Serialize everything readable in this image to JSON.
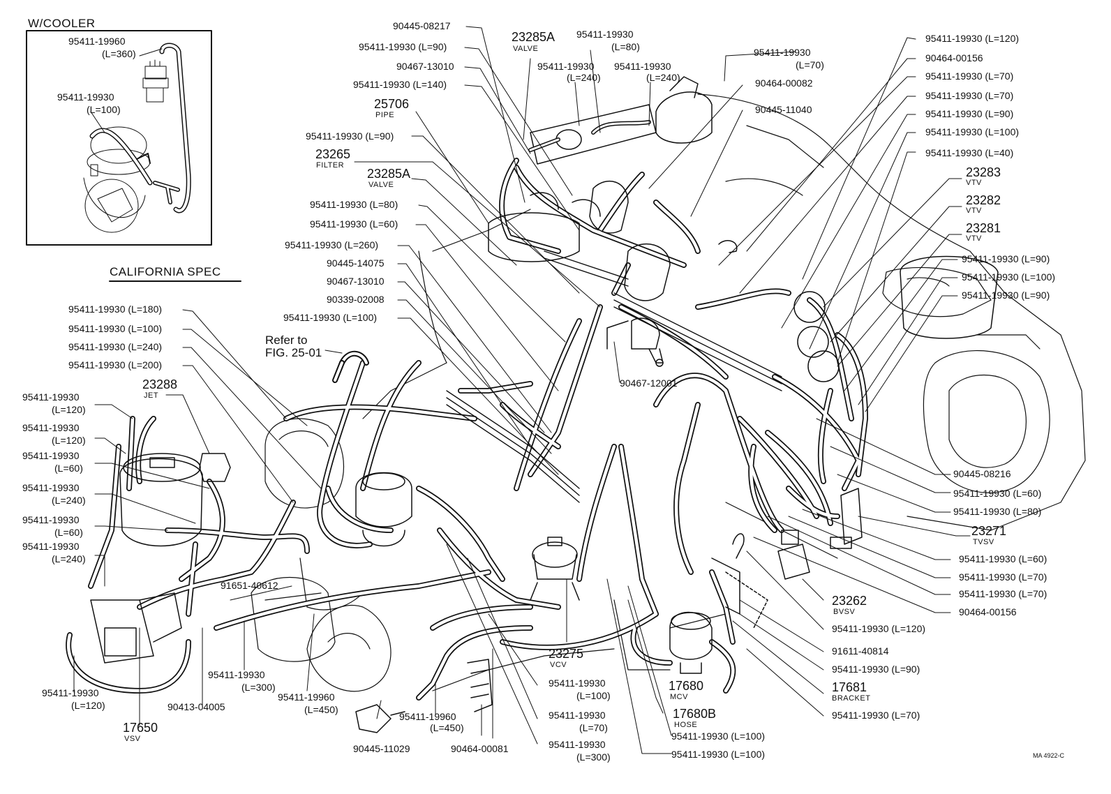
{
  "insets": {
    "cooler_title": "W/COOLER",
    "california_title": "CALIFORNIA SPEC"
  },
  "figure_code": "MA 4922-C",
  "refer": {
    "line1": "Refer to",
    "line2": "FIG. 25-01"
  },
  "parts": {
    "p_90445_08217": "90445-08217",
    "p_23285a_top": "23285A",
    "p_23285a_top_sub": "VALVE",
    "p_hose_l80_top_a": "95411-19930",
    "p_hose_l80_top_b": "(L=80)",
    "p_hose_l90_top": "95411-19930 (L=90)",
    "p_hose_l240_a1": "95411-19930",
    "p_hose_l240_a2": "(L=240)",
    "p_hose_l240_b1": "95411-19930",
    "p_hose_l240_b2": "(L=240)",
    "p_90467_13010_top": "90467-13010",
    "p_hose_l140": "95411-19930 (L=140)",
    "p_25706": "25706",
    "p_25706_sub": "PIPE",
    "p_hose_l90_mid": "95411-19930 (L=90)",
    "p_23265": "23265",
    "p_23265_sub": "FILTER",
    "p_23285a_mid": "23285A",
    "p_23285a_mid_sub": "VALVE",
    "p_hose_l80_mid": "95411-19930 (L=80)",
    "p_hose_l60_mid": "95411-19930 (L=60)",
    "p_hose_l260": "95411-19930 (L=260)",
    "p_90445_14075": "90445-14075",
    "p_90467_13010_mid": "90467-13010",
    "p_90339_02008": "90339-02008",
    "p_hose_l100_mid": "95411-19930 (L=100)",
    "p_hose_l70_top_a": "95411-19930",
    "p_hose_l70_top_b": "(L=70)",
    "p_90464_00082": "90464-00082",
    "p_90445_11040": "90445-11040",
    "r_hose_l120": "95411-19930 (L=120)",
    "r_90464_00156": "90464-00156",
    "r_hose_l70_a": "95411-19930 (L=70)",
    "r_hose_l70_b": "95411-19930 (L=70)",
    "r_hose_l90": "95411-19930 (L=90)",
    "r_hose_l100": "95411-19930 (L=100)",
    "r_hose_l40": "95411-19930 (L=40)",
    "r_23283": "23283",
    "r_23283_sub": "VTV",
    "r_23282": "23282",
    "r_23282_sub": "VTV",
    "r_23281": "23281",
    "r_23281_sub": "VTV",
    "r_hose_l90_b": "95411-19930 (L=90)",
    "r_hose_l100_b": "95411-19930 (L=100)",
    "r_hose_l90_c": "95411-19930 (L=90)",
    "r_90445_08216": "90445-08216",
    "r_hose_l60": "95411-19930 (L=60)",
    "r_hose_l80": "95411-19930 (L=80)",
    "r_23271": "23271",
    "r_23271_sub": "TVSV",
    "r_hose_l60_b": "95411-19930 (L=60)",
    "r_hose_l70_c": "95411-19930 (L=70)",
    "r_hose_l70_d": "95411-19930 (L=70)",
    "r_90464_00156_b": "90464-00156",
    "r_23262": "23262",
    "r_23262_sub": "BVSV",
    "r_hose_l120_b": "95411-19930 (L=120)",
    "r_91611_40814": "91611-40814",
    "r_hose_l90_d": "95411-19930 (L=90)",
    "r_17681": "17681",
    "r_17681_sub": "BRACKET",
    "r_hose_l70_e": "95411-19930 (L=70)",
    "m_90467_12001": "90467-12001",
    "m_23275": "23275",
    "m_23275_sub": "VCV",
    "m_17680": "17680",
    "m_17680_sub": "MCV",
    "m_17680b": "17680B",
    "m_17680b_sub": "HOSE",
    "m_hose_l100_a1": "95411-19930",
    "m_hose_l100_a2": "(L=100)",
    "m_hose_l70_a1": "95411-19930",
    "m_hose_l70_a2": "(L=70)",
    "m_hose_l300_a1": "95411-19930",
    "m_hose_l300_a2": "(L=300)",
    "m_hose_l100_b": "95411-19930 (L=100)",
    "m_hose_l100_c": "95411-19930 (L=100)",
    "m_91651_40612": "91651-40612",
    "m_hose_l300_b1": "95411-19930",
    "m_hose_l300_b2": "(L=300)",
    "m_hose_19960_a1": "95411-19960",
    "m_hose_19960_a2": "(L=450)",
    "m_hose_19960_b1": "95411-19960",
    "m_hose_19960_b2": "(L=450)",
    "m_90445_11029": "90445-11029",
    "m_90464_00081": "90464-00081",
    "m_90413_04005": "90413-04005",
    "l_hose_l180": "95411-19930 (L=180)",
    "l_hose_l100": "95411-19930 (L=100)",
    "l_hose_l240": "95411-19930 (L=240)",
    "l_hose_l200": "95411-19930 (L=200)",
    "l_23288": "23288",
    "l_23288_sub": "JET",
    "l_hose_l120_a1": "95411-19930",
    "l_hose_l120_a2": "(L=120)",
    "l_hose_l120_b1": "95411-19930",
    "l_hose_l120_b2": "(L=120)",
    "l_hose_l60_a1": "95411-19930",
    "l_hose_l60_a2": "(L=60)",
    "l_hose_l240_a1": "95411-19930",
    "l_hose_l240_a2": "(L=240)",
    "l_hose_l60_b1": "95411-19930",
    "l_hose_l60_b2": "(L=60)",
    "l_hose_l240_b1": "95411-19930",
    "l_hose_l240_b2": "(L=240)",
    "l_hose_l120_c1": "95411-19930",
    "l_hose_l120_c2": "(L=120)",
    "l_17650": "17650",
    "l_17650_sub": "VSV",
    "c_hose_19960_1": "95411-19960",
    "c_hose_19960_2": "(L=360)",
    "c_hose_l100_1": "95411-19930",
    "c_hose_l100_2": "(L=100)"
  }
}
